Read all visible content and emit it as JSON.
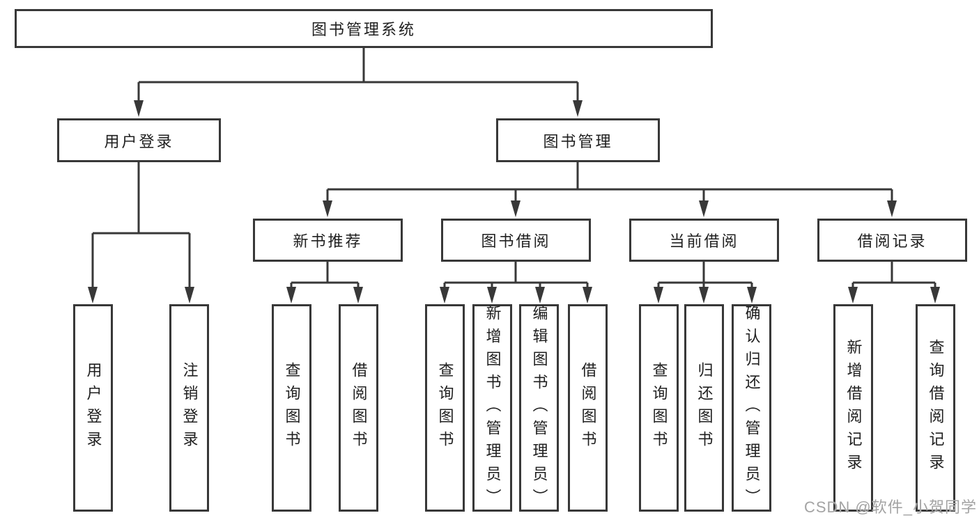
{
  "tree": {
    "label": "图书管理系统",
    "children": [
      {
        "label": "用户登录",
        "children": [
          {
            "label": "用户登录"
          },
          {
            "label": "注销登录"
          }
        ]
      },
      {
        "label": "图书管理",
        "children": [
          {
            "label": "新书推荐",
            "children": [
              {
                "label": "查询图书"
              },
              {
                "label": "借阅图书"
              }
            ]
          },
          {
            "label": "图书借阅",
            "children": [
              {
                "label": "查询图书"
              },
              {
                "label": "新增图书（管理员）"
              },
              {
                "label": "编辑图书（管理员）"
              },
              {
                "label": "借阅图书"
              }
            ]
          },
          {
            "label": "当前借阅",
            "children": [
              {
                "label": "查询图书"
              },
              {
                "label": "归还图书"
              },
              {
                "label": "确认归还（管理员）"
              }
            ]
          },
          {
            "label": "借阅记录",
            "children": [
              {
                "label": "新增借阅记录"
              },
              {
                "label": "查询借阅记录"
              }
            ]
          }
        ]
      }
    ]
  },
  "watermark": {
    "text": "CSDN @软件_小贺同学"
  },
  "colors": {
    "line": "#383838",
    "box_border": "#383838",
    "text": "#1f1f1f",
    "watermark": "#a3a3a3",
    "background": "#ffffff"
  }
}
